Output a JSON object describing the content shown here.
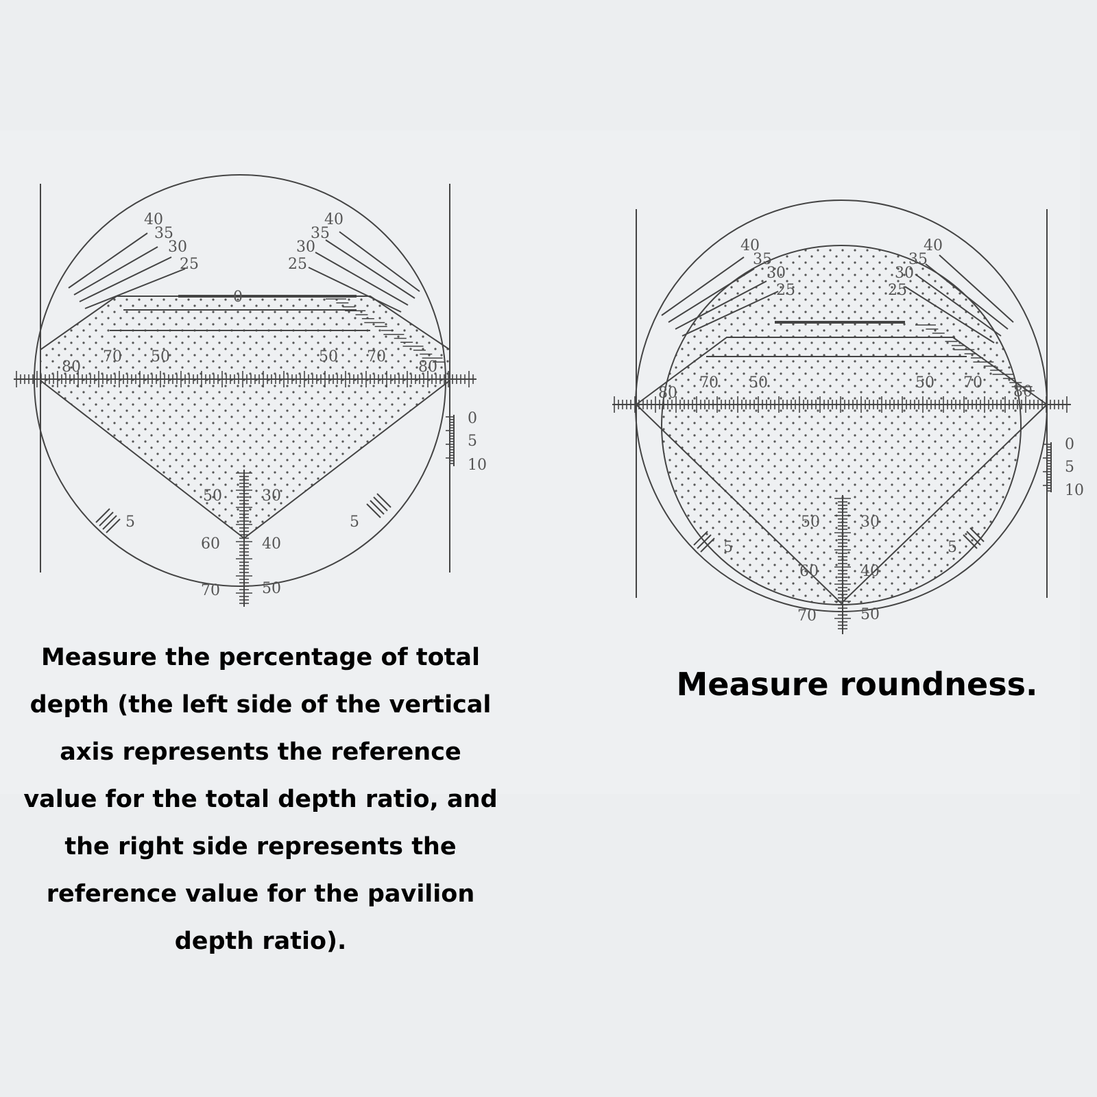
{
  "captions": {
    "left": "Measure the percentage of total depth (the left side of the vertical axis represents the reference value for the total depth ratio, and the right side represents the reference value for the pavilion depth ratio).",
    "right": "Measure roundness."
  },
  "reticle": {
    "crown_angle_labels": [
      "40",
      "35",
      "30",
      "25"
    ],
    "girdle_scale_labels": [
      "80",
      "70",
      "50",
      "50",
      "70",
      "80"
    ],
    "right_side_scale_labels": [
      "0",
      "5",
      "10"
    ],
    "pavilion_scale_labels_left": [
      "50",
      "60",
      "70"
    ],
    "pavilion_scale_labels_right": [
      "30",
      "40",
      "50"
    ],
    "side_tick_label": "5",
    "table_center_label": "0"
  },
  "colors": {
    "background": "#eceef0",
    "line": "#444444",
    "text": "#000000"
  }
}
